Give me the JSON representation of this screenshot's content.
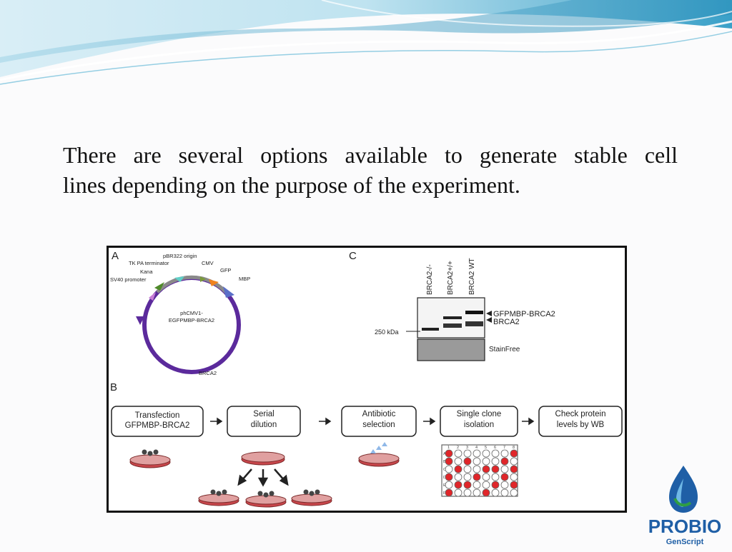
{
  "slide": {
    "text_line1": "There are several options available to generate stable cell",
    "text_line2": "lines depending on the purpose of the experiment."
  },
  "figure": {
    "panel_a": {
      "label": "A",
      "features": [
        "pBR322 origin",
        "TK PA terminator",
        "Kana",
        "SV40 promoter",
        "CMV",
        "GFP",
        "MBP",
        "BRCA2"
      ],
      "plasmid_name_line1": "phCMV1-",
      "plasmid_name_line2": "EGFPMBP-BRCA2"
    },
    "panel_b": {
      "label": "B",
      "steps": [
        {
          "line1": "Transfection",
          "line2": "GFPMBP-BRCA2"
        },
        {
          "line1": "Serial",
          "line2": "dilution"
        },
        {
          "line1": "Antibiotic",
          "line2": "selection"
        },
        {
          "line1": "Single clone",
          "line2": "isolation"
        },
        {
          "line1": "Check protein",
          "line2": "levels by WB"
        }
      ],
      "plate_rows": [
        "A",
        "B",
        "C",
        "D",
        "E",
        "F"
      ],
      "plate_cols": [
        "1",
        "2",
        "3",
        "4",
        "5",
        "6",
        "7",
        "8"
      ]
    },
    "panel_c": {
      "label": "C",
      "lanes": [
        "BRCA2-/-",
        "BRCA2+/+",
        "BRCA2 WT"
      ],
      "band_labels": [
        "GFPMBP-BRCA2",
        "BRCA2"
      ],
      "marker": "250 kDa",
      "stain_label": "StainFree"
    }
  },
  "logo": {
    "name": "PROBIO",
    "sub": "GenScript",
    "primary_color": "#1f5fa6",
    "accent_color": "#2f9e44"
  },
  "colors": {
    "wave_light": "#bfe3f0",
    "wave_dark": "#3aa0c8",
    "plasmid": "#5b2a9c",
    "dish": "#c8464b",
    "well_red": "#e0262a"
  }
}
